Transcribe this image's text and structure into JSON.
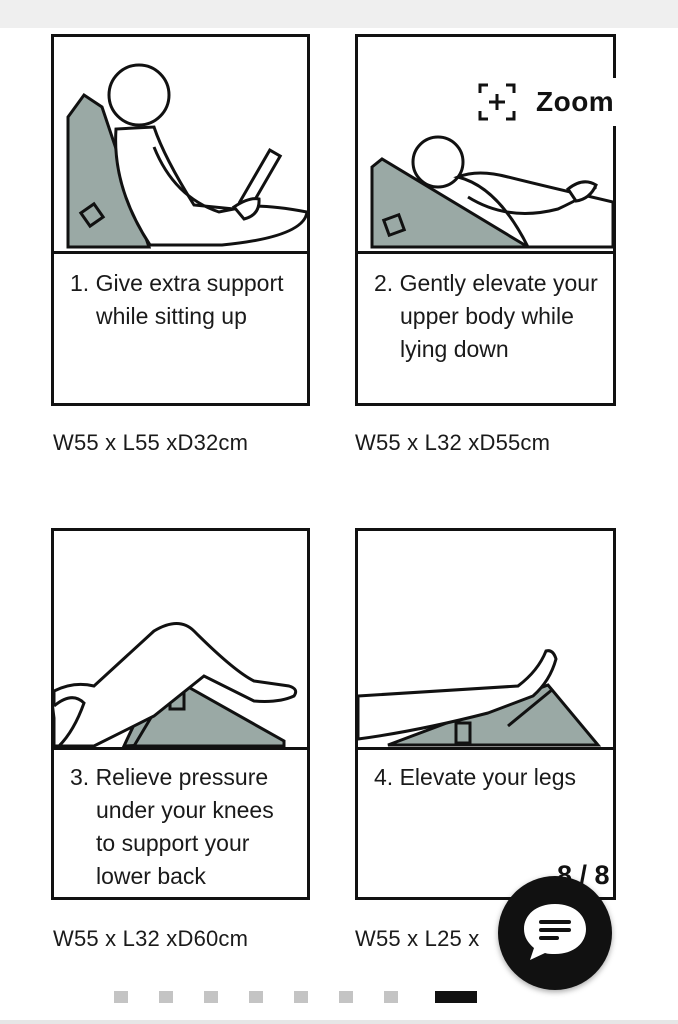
{
  "zoom": {
    "label": "Zoom",
    "icon": "zoom-expand-icon"
  },
  "counter": "8 / 8",
  "cards": [
    {
      "caption": "1. Give extra support while sitting up",
      "dims": "W55 x L55 xD32cm"
    },
    {
      "caption": "2. Gently elevate your upper body while lying down",
      "dims": "W55 x L32 xD55cm"
    },
    {
      "caption": "3. Relieve pressure under your knees to support your lower back",
      "dims": "W55 x L32 xD60cm"
    },
    {
      "caption": "4. Elevate your legs",
      "dims": "W55 x L25 x"
    }
  ],
  "pagination": {
    "total": 8,
    "active": 8
  },
  "colors": {
    "wedge": "#9aa9a5",
    "outline": "#111111",
    "inactive_dot": "#c4c4c4",
    "chat_bg": "#111111"
  }
}
